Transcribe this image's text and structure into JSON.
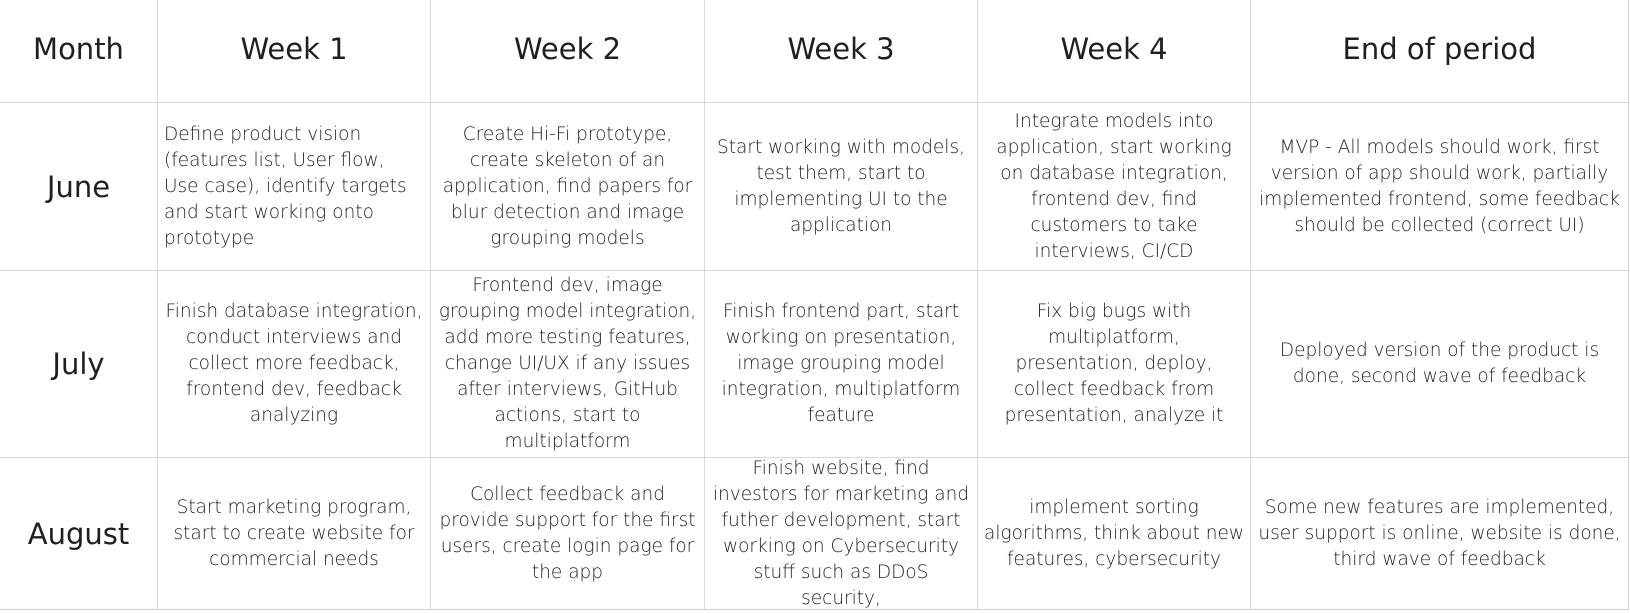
{
  "table": {
    "headers": [
      "Month",
      "Week 1",
      "Week 2",
      "Week 3",
      "Week 4",
      "End of period"
    ],
    "rows": [
      {
        "month": "June",
        "cells": [
          "Define product vision (features list, User flow, Use case), identify targets and start working onto prototype",
          "Create Hi-Fi prototype, create skeleton of an application, find papers for blur detection and image grouping models",
          "Start working with models, test them, start to implementing UI to the application",
          "Integrate models into application, start working on database integration, frontend dev, find customers to take interviews, CI/CD",
          "MVP - All models should work, first version of app should work, partially implemented frontend, some feedback should be collected (correct UI)"
        ]
      },
      {
        "month": "July",
        "cells": [
          "Finish database integration, conduct interviews and collect more feedback, frontend dev, feedback analyzing",
          "Frontend dev, image grouping model integration, add more testing features, change UI/UX if any issues after interviews, GitHub actions, start to multiplatform",
          "Finish frontend part, start working on presentation, image grouping model integration, multiplatform feature",
          "Fix big bugs with multiplatform, presentation, deploy, collect feedback from presentation, analyze it",
          "Deployed version of the product is done, second wave of feedback"
        ]
      },
      {
        "month": "August",
        "cells": [
          "Start marketing program, start to create website for commercial needs",
          "Collect feedback and provide support for the first users, create login page for the app",
          "Finish website, find investors for marketing and futher development, start working on Cybersecurity stuff such as DDoS security,",
          "implement sorting algorithms, think about new features, cybersecurity",
          "Some new features are implemented, user support is online, website is done, third wave of feedback"
        ]
      }
    ]
  }
}
